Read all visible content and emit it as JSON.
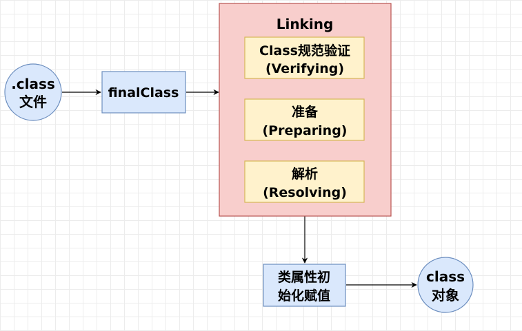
{
  "colors": {
    "circle_fill": "#dae8fc",
    "circle_stroke": "#6c8ebf",
    "box_blue_fill": "#dae8fc",
    "box_blue_stroke": "#6c8ebf",
    "linking_fill": "#f8cecc",
    "linking_stroke": "#b85450",
    "step_fill": "#fff2cc",
    "step_stroke": "#d6b656",
    "edge": "#000000"
  },
  "nodes": {
    "class_file": {
      "line1": ".class",
      "line2": "文件"
    },
    "final_class": {
      "label": "finalClass"
    },
    "linking": {
      "title": "Linking",
      "verifying": {
        "line1": "Class规范验证",
        "line2": "(Verifying)"
      },
      "preparing": {
        "line1": "准备",
        "line2": "(Preparing)"
      },
      "resolving": {
        "line1": "解析",
        "line2": "(Resolving)"
      }
    },
    "class_init": {
      "line1": "类属性初",
      "line2": "始化赋值"
    },
    "class_object": {
      "line1": "class",
      "line2": "对象"
    }
  }
}
